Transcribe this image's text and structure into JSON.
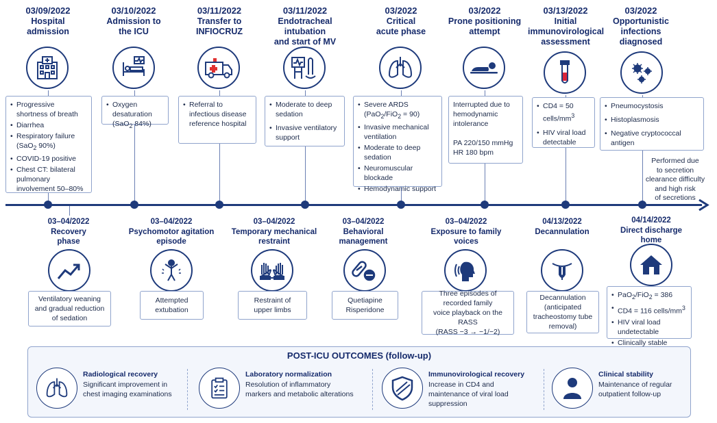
{
  "top_events": [
    {
      "date": "03/09/2022",
      "title": [
        "Hospital",
        "admission"
      ],
      "icon": "hospital-icon",
      "items": [
        [
          "Progressive shortness of breath"
        ],
        [
          "Diarrhea"
        ],
        [
          "Respiratory failure (SaO",
          "2",
          " 90%)"
        ],
        [
          "COVID-19 positive"
        ],
        [
          "Chest CT: bilateral pulmonary involvement 50–80%"
        ]
      ]
    },
    {
      "date": "03/10/2022",
      "title": [
        "Admission to",
        "the ICU"
      ],
      "icon": "icu-bed-icon",
      "items": [
        [
          "Oxygen desaturation (SaO",
          "2",
          " 84%)"
        ]
      ]
    },
    {
      "date": "03/11/2022",
      "title": [
        "Transfer to",
        "INFIOCRUZ"
      ],
      "icon": "ambulance-icon",
      "items": [
        [
          "Referral to infectious disease reference hospital"
        ]
      ]
    },
    {
      "date": "03/11/2022",
      "title": [
        "Endotracheal intubation",
        "and start of MV"
      ],
      "icon": "ventilator-icon",
      "items": [
        [
          "Moderate to deep sedation"
        ],
        [
          "Invasive ventilatory support"
        ]
      ]
    },
    {
      "date": "03/2022",
      "title": [
        "Critical",
        "acute phase"
      ],
      "icon": "lungs-icon",
      "items": [
        [
          "Severe ARDS (PaO",
          "2",
          "/FiO",
          "2",
          " = 90)"
        ],
        [
          "Invasive mechanical ventilation"
        ],
        [
          "Moderate to deep sedation"
        ],
        [
          "Neuromuscular blockade"
        ],
        [
          "Hemodynamic support"
        ]
      ]
    },
    {
      "date": "03/2022",
      "title": [
        "Prone positioning",
        "attempt"
      ],
      "icon": "prone-patient-icon",
      "text": [
        "Interrupted due to hemodynamic intolerance",
        "PA 220/150 mmHg",
        "HR 180 bpm"
      ]
    },
    {
      "date": "03/13/2022",
      "title": [
        "Initial",
        "immunovirological",
        "assessment"
      ],
      "icon": "test-tube-icon",
      "items": [
        [
          "CD4 = 50 cells/mm",
          "3"
        ],
        [
          "HIV viral load detectable"
        ]
      ]
    },
    {
      "date": "03/2022",
      "title": [
        "Opportunistic",
        "infections",
        "diagnosed"
      ],
      "icon": "microbes-icon",
      "items": [
        [
          "Pneumocystosis"
        ],
        [
          "Histoplasmosis"
        ],
        [
          "Negative cryptococcal antigen"
        ]
      ]
    }
  ],
  "top_note": [
    "Performed due",
    "to secretion",
    "clearance difficulty",
    "and high risk",
    "of secretions"
  ],
  "bottom_events": [
    {
      "date": "03–04/2022",
      "title": [
        "Recovery",
        "phase"
      ],
      "icon": "trend-up-icon",
      "text": [
        "Ventilatory weaning",
        "and gradual reduction",
        "of sedation"
      ]
    },
    {
      "date": "03–04/2022",
      "title": [
        "Psychomotor agitation",
        "episode"
      ],
      "icon": "agitated-person-icon",
      "text": [
        "Attempted",
        "extubation"
      ]
    },
    {
      "date": "03–04/2022",
      "title": [
        "Temporary mechanical",
        "restraint"
      ],
      "icon": "restrained-hands-icon",
      "text": [
        "Restraint of",
        "upper limbs"
      ]
    },
    {
      "date": "03–04/2022",
      "title": [
        "Behavioral",
        "management"
      ],
      "icon": "pills-icon",
      "text": [
        "Quetiapine",
        "Risperidone"
      ]
    },
    {
      "date": "03–04/2022",
      "title": [
        "Exposure to family",
        "voices"
      ],
      "icon": "listening-head-icon",
      "text": [
        "Three episodes of",
        "recorded family",
        "voice playback on the RASS",
        "(RASS −3 → −1/−2)"
      ]
    },
    {
      "date": "04/13/2022",
      "title": [
        "Decannulation"
      ],
      "icon": "tracheostomy-tube-icon",
      "text": [
        "Decannulation",
        "(anticipated",
        "tracheostomy tube",
        "removal)"
      ]
    },
    {
      "date": "04/14/2022",
      "title": [
        "Direct discharge",
        "home"
      ],
      "icon": "house-icon",
      "items": [
        [
          "PaO",
          "2",
          "/FiO",
          "2",
          " = 386"
        ],
        [
          "CD4 = 116 cells/mm",
          "3"
        ],
        [
          "HIV viral load undetectable"
        ],
        [
          "Clinically stable"
        ]
      ]
    }
  ],
  "post_icu": {
    "title": "POST-ICU OUTCOMES (follow-up)",
    "items": [
      {
        "title": "Radiological recovery",
        "text": "Significant improvement in chest imaging examinations",
        "icon": "lungs-icon"
      },
      {
        "title": "Laboratory normalization",
        "text": "Resolution of inflammatory markers and metabolic alterations",
        "icon": "clipboard-icon"
      },
      {
        "title": "Immunovirological recovery",
        "text": "Increase in CD4 and maintenance of viral load suppression",
        "icon": "shield-icon"
      },
      {
        "title": "Clinical stability",
        "text": "Maintenance of regular outpatient follow-up",
        "icon": "person-icon"
      }
    ]
  },
  "colors": {
    "navy": "#152a6b",
    "line": "#1e3a7b",
    "box_border": "#8fa3cc",
    "panel_bg": "#f3f6fc"
  }
}
